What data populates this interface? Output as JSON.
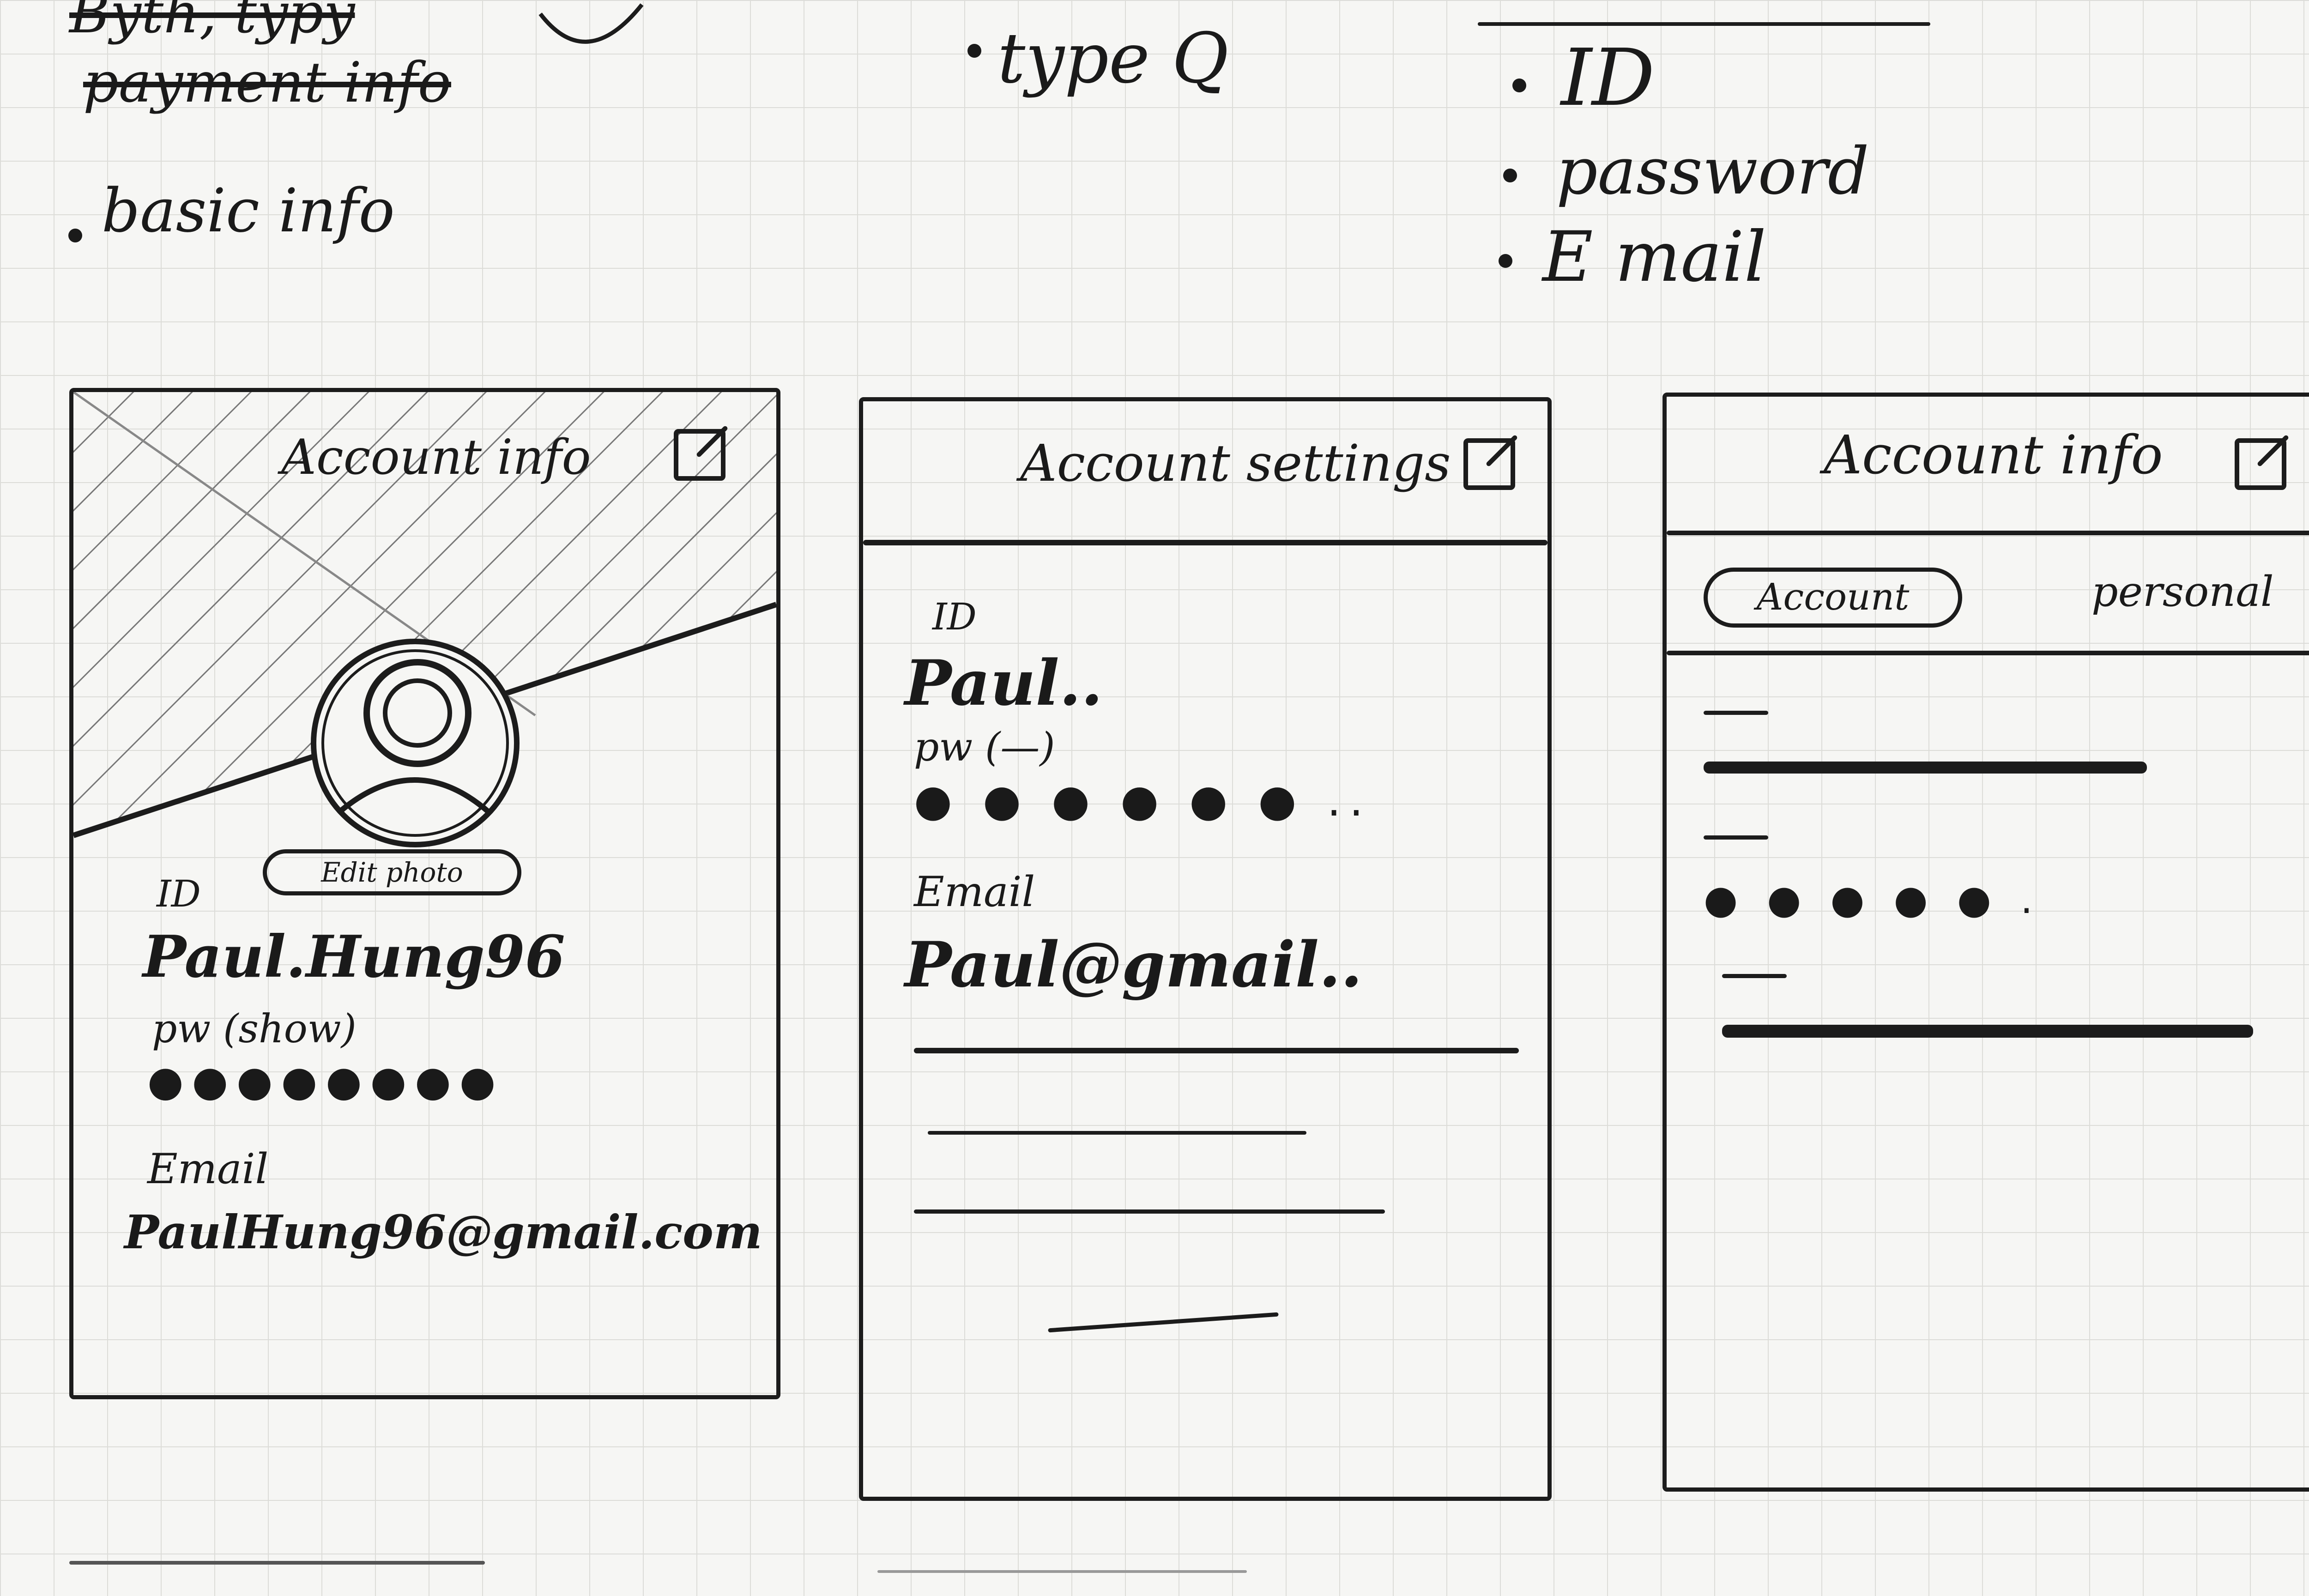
{
  "notes": {
    "top_left": [
      {
        "text": "Byth, typy",
        "crossed": true
      },
      {
        "text": "payment info",
        "crossed": true
      },
      {
        "text": "basic info",
        "crossed": false
      }
    ],
    "top_middle": "type Q",
    "top_right": [
      "ID",
      "password",
      "E mail"
    ]
  },
  "screens": [
    {
      "title": "Account info",
      "fields": [
        {
          "label": "ID",
          "value": "Paul.Hung96"
        },
        {
          "label": "pw (show)",
          "value": "●●●●●●●●"
        },
        {
          "label": "Email",
          "value": "PaulHung96@gmail.com"
        }
      ],
      "photo_button": "Edit photo"
    },
    {
      "title": "Account settings",
      "fields": [
        {
          "label": "ID",
          "value": "Paul.."
        },
        {
          "label": "pw (—)",
          "value": "● ● ● ● ● ● .."
        },
        {
          "label": "Email",
          "value": "Paul@gmail.."
        }
      ]
    },
    {
      "title": "Account info",
      "tabs": [
        "Account",
        "personal"
      ]
    }
  ],
  "icons": [
    "edit-icon",
    "avatar-icon"
  ],
  "colors": {
    "pencil": "#1c1c1c",
    "paper": "#f6f6f4",
    "grid": "#dcdcd8"
  }
}
